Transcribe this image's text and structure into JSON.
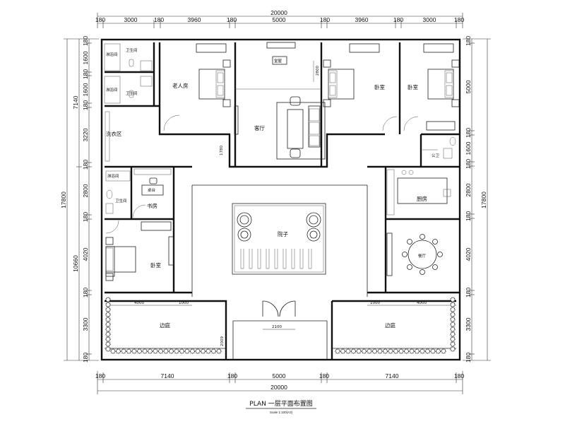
{
  "title": "PLAN 一层平面布置图",
  "scale": "Scale 1:100(A3)",
  "dims": {
    "top_total": "20000",
    "top": [
      "180",
      "3000",
      "180",
      "3960",
      "180",
      "5000",
      "180",
      "3960",
      "180",
      "3000",
      "180"
    ],
    "bottom_total": "20000",
    "bottom": [
      "180",
      "7140",
      "180",
      "5000",
      "180",
      "7140",
      "180"
    ],
    "left_total": "17800",
    "left": [
      "180",
      "1600",
      "180",
      "1600",
      "180",
      "3220",
      "180",
      "2800",
      "180",
      "4020",
      "180",
      "3300",
      "180"
    ],
    "left_group_top": "7140",
    "left_group_bottom": "10660",
    "right_total": "17800",
    "right": [
      "180",
      "5000",
      "180",
      "1600",
      "180",
      "2800",
      "180",
      "4020",
      "180",
      "3300",
      "180"
    ],
    "inner_2800": "2800",
    "inner_1780": "1780",
    "inner_2009": "2009",
    "gate_2100": "2100",
    "court_left_4000": "4000",
    "court_left_1000": "1000",
    "court_right_1000": "1000",
    "court_right_4000": "4000"
  },
  "rooms": {
    "shower1": "淋浴间",
    "wc1": "卫生间",
    "shower2": "淋浴间",
    "wc2": "卫生间",
    "laundry": "洗衣区",
    "elder": "老人房",
    "shrine": "堂屋",
    "living": "客厅",
    "bed_mid": "卧室",
    "bed_right": "卧室",
    "public_wc": "公卫",
    "shower3": "淋浴间",
    "wc3": "卫生间",
    "study": "书房",
    "study_label": "桌台",
    "bed_left": "卧室",
    "kitchen": "厨房",
    "dining": "餐厅",
    "courtyard": "院子",
    "side_court_left": "边庭",
    "side_court_right": "边庭"
  }
}
